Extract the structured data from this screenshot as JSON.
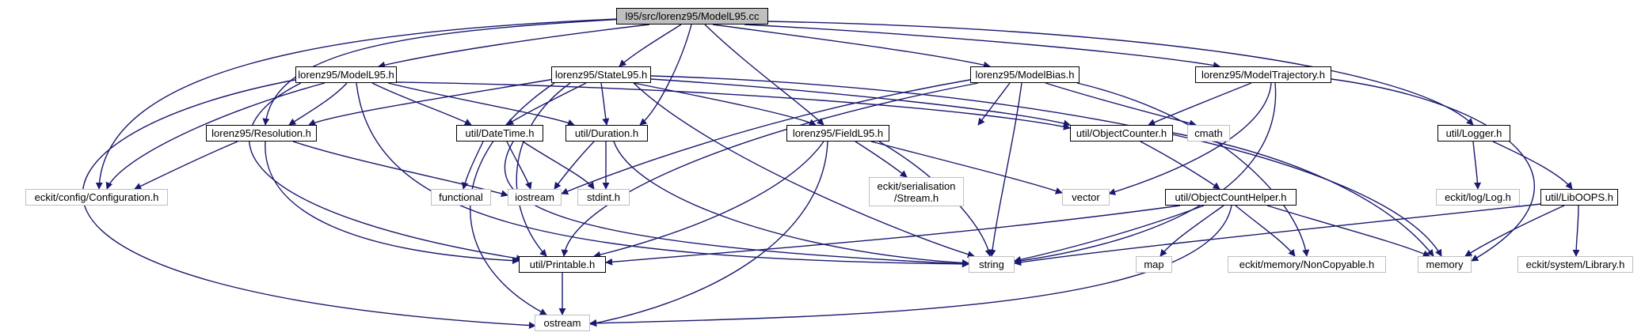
{
  "colors": {
    "edge": "#191970",
    "local_border": "#000000",
    "system_border": "#bfbfbf",
    "root_fill": "#bfbfbf"
  },
  "nodes": {
    "root": "l95/src/lorenz95/ModelL95.cc",
    "modell95_h": "lorenz95/ModelL95.h",
    "statel95_h": "lorenz95/StateL95.h",
    "modelbias_h": "lorenz95/ModelBias.h",
    "modeltrajectory_h": "lorenz95/ModelTrajectory.h",
    "resolution_h": "lorenz95/Resolution.h",
    "datetime_h": "util/DateTime.h",
    "duration_h": "util/Duration.h",
    "fieldl95_h": "lorenz95/FieldL95.h",
    "objectcounter_h": "util/ObjectCounter.h",
    "cmath": "cmath",
    "logger_h": "util/Logger.h",
    "configuration_h": "eckit/config/Configuration.h",
    "functional": "functional",
    "iostream": "iostream",
    "stdint_h": "stdint.h",
    "stream_h": "eckit/serialisation\n/Stream.h",
    "vector": "vector",
    "objectcounthelper_h": "util/ObjectCountHelper.h",
    "log_h": "eckit/log/Log.h",
    "liboops_h": "util/LibOOPS.h",
    "printable_h": "util/Printable.h",
    "string": "string",
    "map": "map",
    "noncopyable_h": "eckit/memory/NonCopyable.h",
    "memory": "memory",
    "library_h": "eckit/system/Library.h",
    "ostream": "ostream"
  }
}
